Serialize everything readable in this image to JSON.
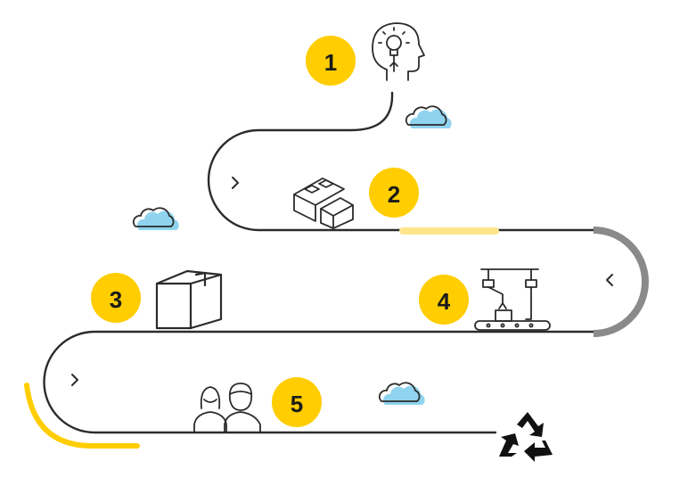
{
  "steps": [
    {
      "number": "1",
      "icon": "idea-head-icon"
    },
    {
      "number": "2",
      "icon": "building-blocks-icon"
    },
    {
      "number": "3",
      "icon": "cardboard-box-icon"
    },
    {
      "number": "4",
      "icon": "robotic-assembly-icon"
    },
    {
      "number": "5",
      "icon": "people-icon"
    }
  ],
  "end_icon": "recycle-icon",
  "colors": {
    "accent_yellow": "#ffcd00",
    "light_yellow": "#fde58a",
    "gray_arc": "#8a8a8a",
    "cloud_blue": "#8fd3ef",
    "ink": "#2b2b2b"
  }
}
